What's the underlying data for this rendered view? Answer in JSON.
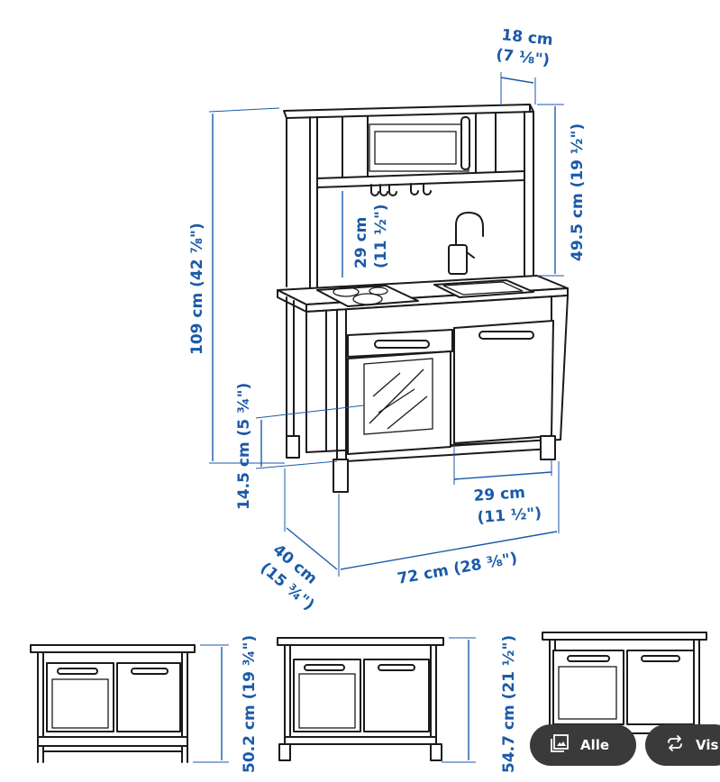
{
  "dimensions": {
    "depth_top_cm": "18 cm",
    "depth_top_in": "(7 ⅛\")",
    "upper_height": "49.5 cm (19 ½\")",
    "total_height": "109 cm (42 ⅞\")",
    "shelf_gap_cm": "29 cm",
    "shelf_gap_in": "(11 ½\")",
    "leg_height": "14.5 cm (5 ¾\")",
    "cabinet_width_cm": "29 cm",
    "cabinet_width_in": "(11 ½\")",
    "depth_cm": "40 cm",
    "depth_in": "(15 ¾\")",
    "width": "72 cm (28 ⅜\")",
    "variant1_height": "50.2 cm (19 ¾\")",
    "variant2_height": "54.7 cm (21 ½\")"
  },
  "buttons": {
    "all_label": "Alle",
    "all_icon": "gallery-icon",
    "view_label": "Vis",
    "view_icon": "repeat-icon"
  },
  "colors": {
    "dimension": "#1a5aa8",
    "button_bg": "#3a3a3a"
  }
}
